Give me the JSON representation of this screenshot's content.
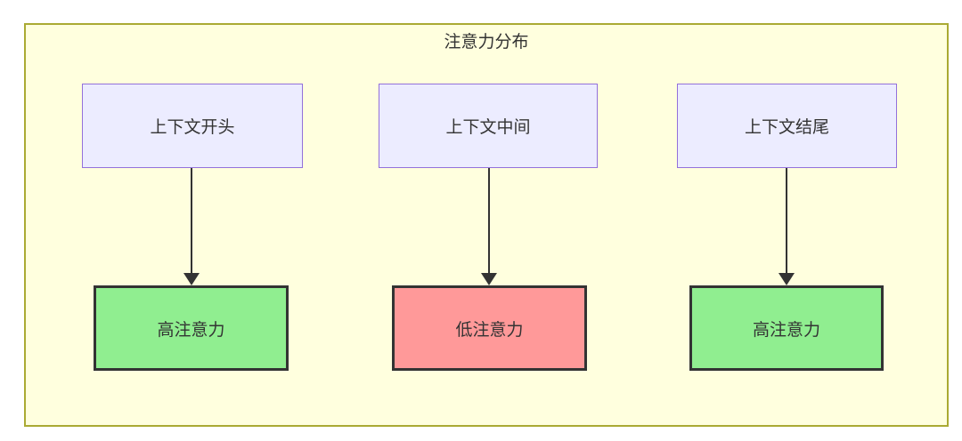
{
  "diagram": {
    "title": "注意力分布",
    "columns": [
      {
        "source": "上下文开头",
        "target": "高注意力",
        "target_level": "high",
        "target_color": "#90EE90"
      },
      {
        "source": "上下文中间",
        "target": "低注意力",
        "target_level": "low",
        "target_color": "#ff9999"
      },
      {
        "source": "上下文结尾",
        "target": "高注意力",
        "target_level": "high",
        "target_color": "#90EE90"
      }
    ],
    "colors": {
      "container_bg": "#ffffde",
      "container_border": "#aaaa33",
      "node_bg": "#ECECFF",
      "node_border": "#9370DB",
      "result_border": "#333333",
      "arrow": "#333333",
      "text": "#333333"
    }
  }
}
